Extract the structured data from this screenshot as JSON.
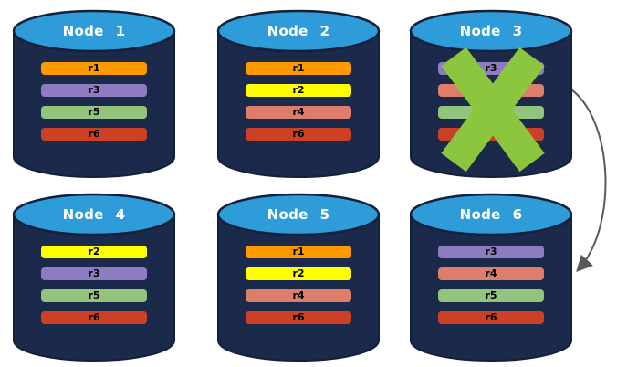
{
  "colors": {
    "background": "#ffffff",
    "cylinder_body": "#1B2A4B",
    "cylinder_outline": "#12203C",
    "cylinder_top": "#2E9CD8",
    "title_text": "#FFFFFF",
    "bar_text": "#000000",
    "x_mark": "#8CC63E",
    "arrow": "#595959"
  },
  "replica_palette": {
    "r1": "#FF9900",
    "r2": "#FFFF00",
    "r3": "#8E7CC3",
    "r4": "#DD7E6B",
    "r5": "#93C47D",
    "r6": "#CC4125"
  },
  "nodes": [
    {
      "title": "Node 1",
      "failed": false,
      "bars": [
        {
          "label": "r1",
          "color": "#FF9900"
        },
        {
          "label": "r3",
          "color": "#8E7CC3"
        },
        {
          "label": "r5",
          "color": "#93C47D"
        },
        {
          "label": "r6",
          "color": "#CC4125"
        }
      ]
    },
    {
      "title": "Node 2",
      "failed": false,
      "bars": [
        {
          "label": "r1",
          "color": "#FF9900"
        },
        {
          "label": "r2",
          "color": "#FFFF00"
        },
        {
          "label": "r4",
          "color": "#DD7E6B"
        },
        {
          "label": "r6",
          "color": "#CC4125"
        }
      ]
    },
    {
      "title": "Node 3",
      "failed": true,
      "bars": [
        {
          "label": "r3",
          "color": "#8E7CC3"
        },
        {
          "label": "",
          "color": "#DD7E6B"
        },
        {
          "label": "",
          "color": "#93C47D"
        },
        {
          "label": "",
          "color": "#CC4125"
        }
      ]
    },
    {
      "title": "Node 4",
      "failed": false,
      "bars": [
        {
          "label": "r2",
          "color": "#FFFF00"
        },
        {
          "label": "r3",
          "color": "#8E7CC3"
        },
        {
          "label": "r5",
          "color": "#93C47D"
        },
        {
          "label": "r6",
          "color": "#CC4125"
        }
      ]
    },
    {
      "title": "Node 5",
      "failed": false,
      "bars": [
        {
          "label": "r1",
          "color": "#FF9900"
        },
        {
          "label": "r2",
          "color": "#FFFF00"
        },
        {
          "label": "r4",
          "color": "#DD7E6B"
        },
        {
          "label": "r6",
          "color": "#CC4125"
        }
      ]
    },
    {
      "title": "Node 6",
      "failed": false,
      "bars": [
        {
          "label": "r3",
          "color": "#8E7CC3"
        },
        {
          "label": "r4",
          "color": "#DD7E6B"
        },
        {
          "label": "r5",
          "color": "#93C47D"
        },
        {
          "label": "r6",
          "color": "#CC4125"
        }
      ]
    }
  ],
  "arrow": {
    "from_node": "Node 3",
    "to_node": "Node 6"
  },
  "failed_node": "Node 3"
}
